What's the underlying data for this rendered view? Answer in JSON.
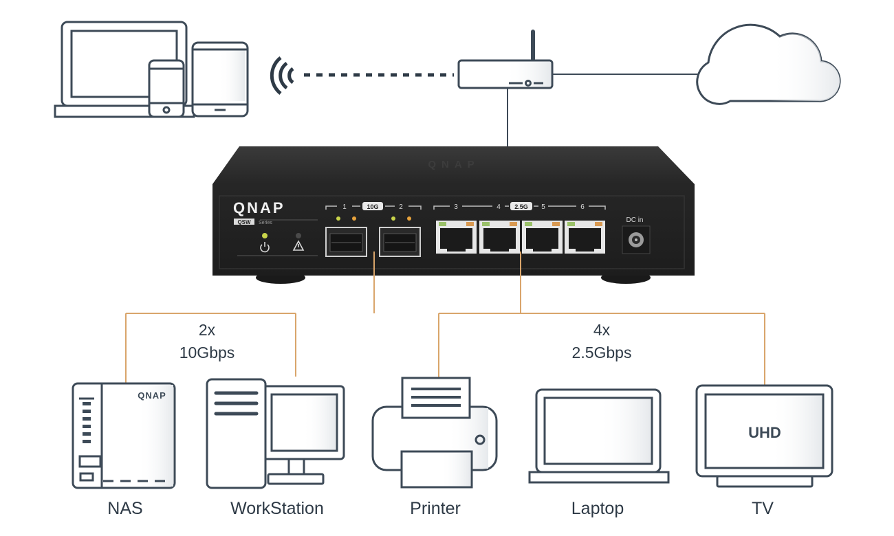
{
  "switch": {
    "brand": "QNAP",
    "series": "QSW",
    "series_suffix": "Series",
    "ports": {
      "sfp_group_label": "10G",
      "rj45_group_label": "2.5G",
      "port_numbers": [
        "1",
        "2",
        "3",
        "4",
        "5",
        "6"
      ],
      "dc_label": "DC in"
    }
  },
  "speeds": {
    "sfp": {
      "line1": "2x",
      "line2": "10Gbps"
    },
    "rj45": {
      "line1": "4x",
      "line2": "2.5Gbps"
    }
  },
  "devices": {
    "nas": {
      "label": "NAS",
      "brand": "QNAP"
    },
    "workstation": {
      "label": "WorkStation"
    },
    "printer": {
      "label": "Printer"
    },
    "laptop": {
      "label": "Laptop"
    },
    "tv": {
      "label": "TV",
      "screen_text": "UHD"
    }
  },
  "colors": {
    "outline": "#3d4a57",
    "link_orange": "#d9a56b",
    "switch_body": "#2b2b2b",
    "led_green": "#c9d44a",
    "led_amber": "#e8a33c"
  },
  "icons": [
    "wifi-icon",
    "cloud-icon",
    "router-icon",
    "laptop-icon",
    "phone-icon",
    "tablet-icon",
    "power-icon",
    "warning-icon"
  ]
}
